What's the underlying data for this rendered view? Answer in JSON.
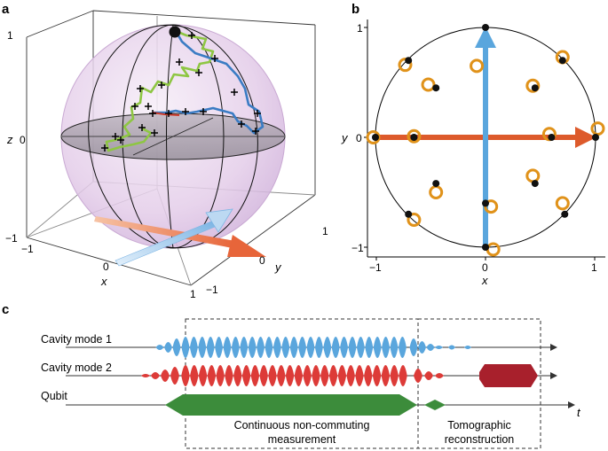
{
  "panels": {
    "a": {
      "label": "a",
      "axes": {
        "z_label": "z",
        "x_label": "x",
        "y_label": "y",
        "z_ticks": [
          "1",
          "0",
          "−1"
        ],
        "x_ticks": [
          "−1",
          "0",
          "1"
        ],
        "y_ticks": [
          "1",
          "0",
          "−1"
        ]
      }
    },
    "b": {
      "label": "b",
      "axes": {
        "x_label": "x",
        "y_label": "y",
        "x_ticks": [
          "−1",
          "0",
          "1"
        ],
        "y_ticks": [
          "1",
          "0",
          "−1"
        ]
      },
      "points": {
        "black": [
          [
            0,
            1
          ],
          [
            0.7,
            0.7
          ],
          [
            -0.7,
            0.7
          ],
          [
            -0.45,
            0.45
          ],
          [
            0.45,
            0.45
          ],
          [
            -1,
            0
          ],
          [
            1,
            0
          ],
          [
            -0.65,
            0
          ],
          [
            0.6,
            0
          ],
          [
            -0.45,
            -0.42
          ],
          [
            0.45,
            -0.42
          ],
          [
            0,
            -0.6
          ],
          [
            -0.7,
            -0.7
          ],
          [
            0.72,
            -0.7
          ],
          [
            0,
            -1
          ]
        ],
        "orange": [
          [
            -0.08,
            0.65
          ],
          [
            0.7,
            0.73
          ],
          [
            -0.73,
            0.66
          ],
          [
            -0.52,
            0.48
          ],
          [
            0.43,
            0.47
          ],
          [
            -1.02,
            0
          ],
          [
            1.02,
            0.08
          ],
          [
            -0.65,
            0.01
          ],
          [
            0.58,
            0.03
          ],
          [
            -0.45,
            -0.5
          ],
          [
            0.43,
            -0.35
          ],
          [
            0.05,
            -0.63
          ],
          [
            -0.65,
            -0.75
          ],
          [
            0.7,
            -0.6
          ],
          [
            0.07,
            -1.02
          ]
        ],
        "colors": {
          "black": "#111111",
          "orange": "#e0921a"
        }
      },
      "vectors": {
        "x_arrow_color": "#dd5a2b",
        "y_arrow_color": "#5aa6dd"
      }
    },
    "c": {
      "label": "c",
      "rows": [
        {
          "label": "Cavity mode 1",
          "color": "#5aa6dd"
        },
        {
          "label": "Cavity mode 2",
          "color": "#dd3b38"
        },
        {
          "label": "Qubit",
          "color": "#3c8c3b"
        }
      ],
      "time_label": "t",
      "box_labels": {
        "measurement_line1": "Continuous non-commuting",
        "measurement_line2": "measurement",
        "tomography_line1": "Tomographic",
        "tomography_line2": "reconstruction"
      },
      "pulse_colors": {
        "mode2_pulse": "#a8202c"
      }
    }
  }
}
